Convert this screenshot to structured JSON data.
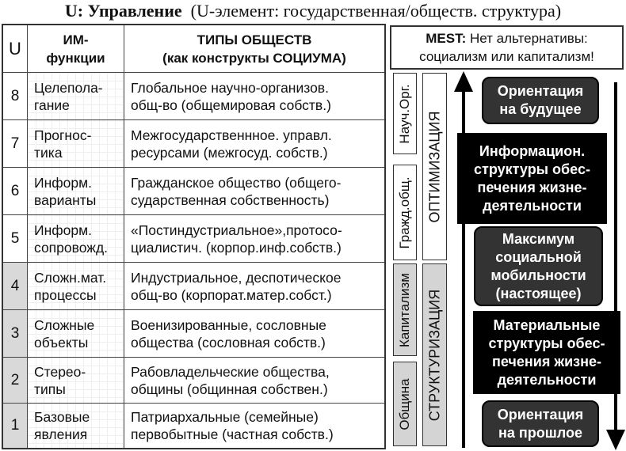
{
  "title": {
    "bold": "U: Управление",
    "rest": "(U-элемент: государственная/обществ. структура)"
  },
  "table": {
    "header": {
      "u": "U",
      "im_line1": "ИМ-",
      "im_line2": "функции",
      "types_line1": "ТИПЫ ОБЩЕСТВ",
      "types_line2": "(как конструкты СОЦИУМА)"
    },
    "rows": [
      {
        "u": "8",
        "im1": "Целепола-",
        "im2": "гание",
        "t1": "Глобальное научно-организов.",
        "t2": "общ-во (общемировая собств.)",
        "shaded": false
      },
      {
        "u": "7",
        "im1": "Прогнос-",
        "im2": "тика",
        "t1": "Межгосударственнное. управл.",
        "t2": "ресурсами (межгосуд. собств.)",
        "shaded": false
      },
      {
        "u": "6",
        "im1": "Информ.",
        "im2": "варианты",
        "t1": "Гражданское общество (общего-",
        "t2": "сударственная собственность)",
        "shaded": false
      },
      {
        "u": "5",
        "im1": "Информ.",
        "im2": "сопровожд.",
        "t1": "«Постиндустриальное»,протосо-",
        "t2": "циалистич. (корпор.инф.собств.)",
        "shaded": false
      },
      {
        "u": "4",
        "im1": "Сложн.мат.",
        "im2": "процессы",
        "t1": "Индустриальное, деспотическое",
        "t2": "общ-во (корпорат.матер.собст.)",
        "shaded": true
      },
      {
        "u": "3",
        "im1": "Сложные",
        "im2": "объекты",
        "t1": "Военизированные, сословные",
        "t2": "общества (сословная собств.)",
        "shaded": true
      },
      {
        "u": "2",
        "im1": "Стерео-",
        "im2": "типы",
        "t1": "Рабовладельческие общества,",
        "t2": "общины (общинная собствен.)",
        "shaded": true
      },
      {
        "u": "1",
        "im1": "Базовые",
        "im2": "явления",
        "t1": "Патриархальные (семейные)",
        "t2": "первобытные (частная собств.)",
        "shaded": true
      }
    ]
  },
  "mest": {
    "bold": "MEST:",
    "line1_rest": " Нет альтернативы:",
    "line2": "социализм или капитализм!"
  },
  "vertical_labels": {
    "nauch_org": "Науч.Орг.",
    "grazhd_obsh": "Гражд.общ.",
    "kapitalizm": "Капитализм",
    "obshina": "Община",
    "optimizaciya": "ОПТИМИЗАЦИЯ",
    "strukturizaciya": "СТРУКТУРИЗАЦИЯ"
  },
  "boxes": {
    "future": [
      "Ориентация",
      "на будущее"
    ],
    "info": [
      "Информацион.",
      "структуры обес-",
      "печения жизне-",
      "деятельности"
    ],
    "mobility": [
      "Максимум",
      "социальной",
      "мобильности",
      "(настоящее)"
    ],
    "material": [
      "Материальные",
      "структуры обес-",
      "печения жизне-",
      "деятельности"
    ],
    "past": [
      "Ориентация",
      "на прошлое"
    ]
  },
  "colors": {
    "dark_box": "#333333",
    "black_box": "#000000",
    "shaded_cell": "#d9d9d9",
    "border": "#333333"
  },
  "icons": {
    "up_arrow": "arrow-up-icon",
    "down_arrow": "arrow-down-icon"
  }
}
